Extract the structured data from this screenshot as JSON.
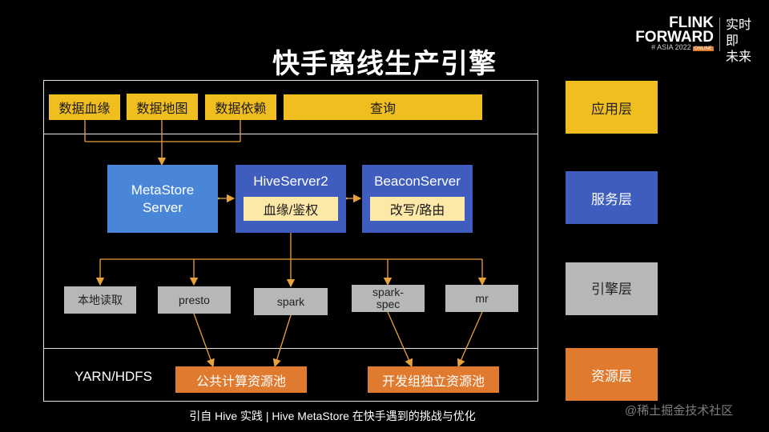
{
  "title": "快手离线生产引擎",
  "logo": {
    "flink": "FLINK",
    "forward": "FORWARD",
    "asia": "# ASIA 2022",
    "online": "ONLINE",
    "slogan_line1": "实时即",
    "slogan_line2": "未来"
  },
  "app_layer": {
    "items": [
      "数据血缘",
      "数据地图",
      "数据依赖",
      "查询"
    ]
  },
  "service_layer": {
    "metastore": "MetaStore Server",
    "hiveserver": {
      "name": "HiveServer2",
      "sub": "血缘/鉴权"
    },
    "beacon": {
      "name": "BeaconServer",
      "sub": "改写/路由"
    }
  },
  "engine_layer": {
    "items": [
      "本地读取",
      "presto",
      "spark",
      "spark-spec",
      "mr"
    ]
  },
  "resource_layer": {
    "label": "YARN/HDFS",
    "pools": [
      "公共计算资源池",
      "开发组独立资源池"
    ]
  },
  "legend": [
    "应用层",
    "服务层",
    "引擎层",
    "资源层"
  ],
  "colors": {
    "yellow": "#f0be1e",
    "blue": "#4a86d8",
    "navy": "#3f5dbf",
    "gray": "#b7b7b7",
    "orange": "#e07a2e",
    "arrow": "#e8a23a"
  },
  "caption": "引自 Hive 实践 | Hive MetaStore 在快手遇到的挑战与优化",
  "watermark": "@稀土掘金技术社区"
}
